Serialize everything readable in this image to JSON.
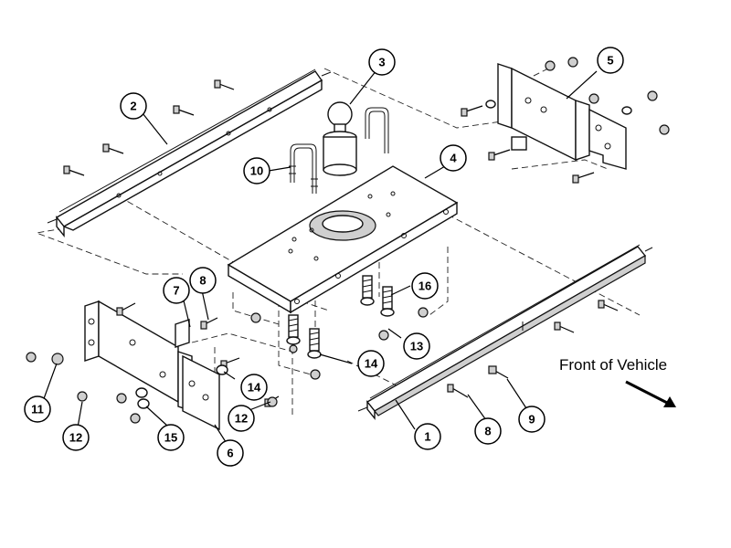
{
  "note": {
    "text": "Front of Vehicle"
  },
  "callouts": [
    "1",
    "2",
    "3",
    "4",
    "5",
    "6",
    "7",
    "8",
    "9",
    "10",
    "11",
    "12",
    "13",
    "14",
    "15",
    "16",
    "12",
    "14",
    "8"
  ],
  "colors": {
    "line": "#111111",
    "fill": "#ffffff",
    "shade": "#cfcfcf"
  }
}
